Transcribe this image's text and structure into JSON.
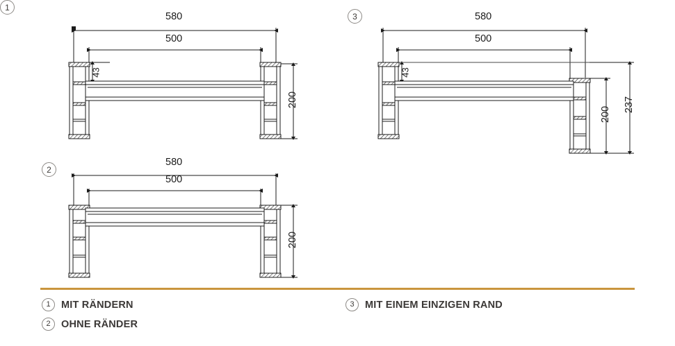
{
  "page": {
    "background": "#ffffff",
    "accent_rule_color": "#c9953d",
    "line_color": "#1b1b1b"
  },
  "drawings": [
    {
      "id": "drawing-1",
      "marker": "1",
      "dimensions": {
        "outer_width": "580",
        "inner_width": "500",
        "top_offset": "43",
        "height": "200"
      }
    },
    {
      "id": "drawing-2",
      "marker": "2",
      "dimensions": {
        "outer_width": "580",
        "inner_width": "500",
        "height": "200"
      }
    },
    {
      "id": "drawing-3",
      "marker": "3",
      "dimensions": {
        "outer_width": "580",
        "inner_width": "500",
        "top_offset": "43",
        "height": "200",
        "total_height": "237"
      }
    }
  ],
  "legend": {
    "items": [
      {
        "number": "1",
        "label": "MIT RÄNDERN"
      },
      {
        "number": "2",
        "label": "OHNE RÄNDER"
      },
      {
        "number": "3",
        "label": "MIT EINEM EINZIGEN RAND"
      }
    ]
  }
}
